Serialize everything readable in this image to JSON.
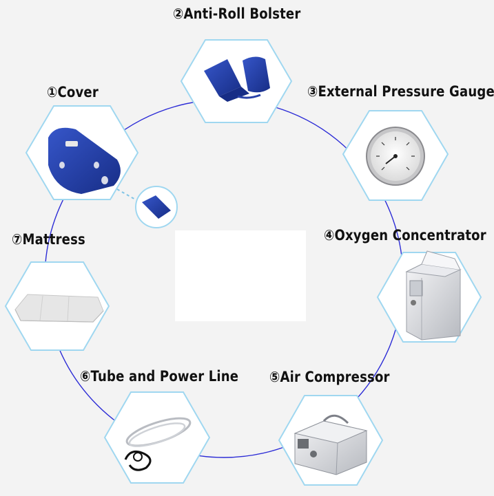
{
  "components": [
    {
      "id": "cover",
      "label": "①Cover",
      "icon": "hyperbaric-chamber-icon"
    },
    {
      "id": "anti-roll-bolster",
      "label": "②Anti-Roll Bolster",
      "icon": "bolster-pillows-icon"
    },
    {
      "id": "external-pressure-gauge",
      "label": "③External Pressure Gauge",
      "icon": "pressure-gauge-icon"
    },
    {
      "id": "oxygen-concentrator",
      "label": "④Oxygen Concentrator",
      "icon": "oxygen-concentrator-icon"
    },
    {
      "id": "air-compressor",
      "label": "⑤Air Compressor",
      "icon": "air-compressor-icon"
    },
    {
      "id": "tube-and-power-line",
      "label": "⑥Tube and Power Line",
      "icon": "tube-coil-icon"
    },
    {
      "id": "mattress",
      "label": "⑦Mattress",
      "icon": "mattress-icon"
    }
  ],
  "colors": {
    "ring": "#2b2bd6",
    "hexagon_border": "#9fd7f0",
    "dashed_connector": "#7fc4e6",
    "cover_fabric": "#1f3a9a",
    "background": "#f3f3f3"
  }
}
